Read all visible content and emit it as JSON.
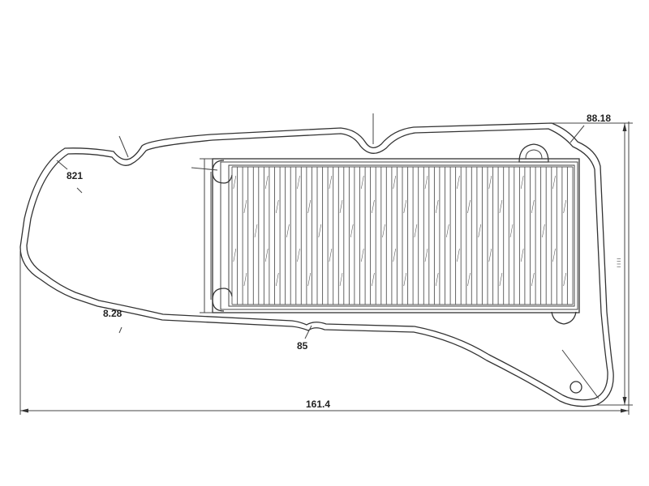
{
  "dimensions": {
    "overall_width": "161.4",
    "corner_radius_right": "88.18",
    "radius_top_left": "821",
    "radius_bottom_left": "8.28",
    "bottom_notch": "85"
  },
  "colors": {
    "line": "#333333",
    "background": "#ffffff"
  },
  "element_filter": {
    "pleat_count": 64
  }
}
